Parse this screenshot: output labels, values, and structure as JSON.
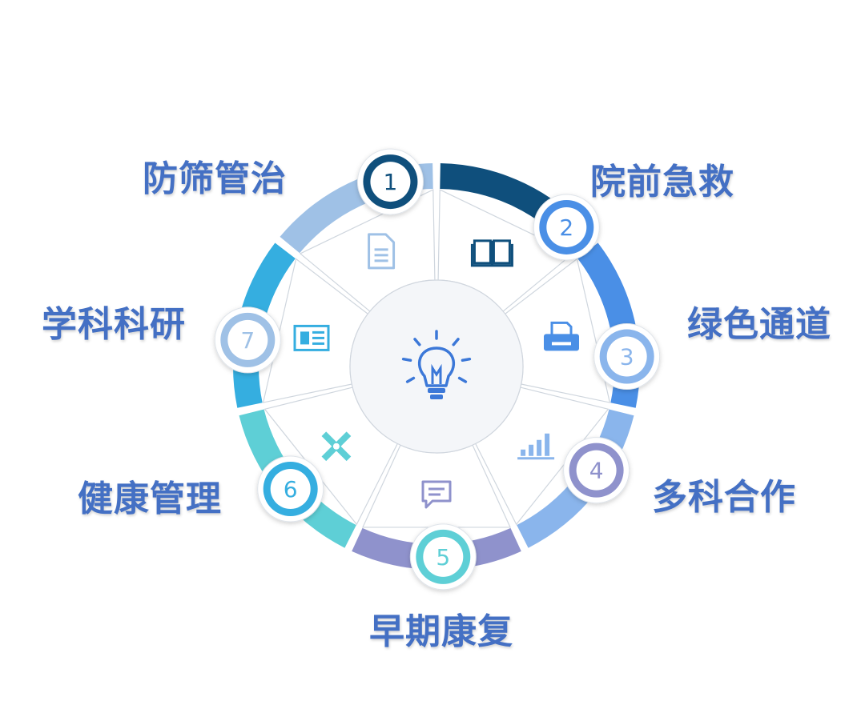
{
  "items": [
    {
      "number": "1",
      "label": "防筛管治",
      "color": "#0f4f7c",
      "icon": "book-icon"
    },
    {
      "number": "2",
      "label": "院前急救",
      "color": "#4a8fe6",
      "icon": "printer-icon"
    },
    {
      "number": "3",
      "label": "绿色通道",
      "color": "#8ab5ec",
      "icon": "bar-chart-icon"
    },
    {
      "number": "4",
      "label": "多科合作",
      "color": "#8f92cc",
      "icon": "chat-icon"
    },
    {
      "number": "5",
      "label": "早期康复",
      "color": "#5ecfd6",
      "icon": "pencil-ruler-icon"
    },
    {
      "number": "6",
      "label": "健康管理",
      "color": "#35aee0",
      "icon": "newspaper-icon"
    },
    {
      "number": "7",
      "label": "学科科研",
      "color": "#9fc1e6",
      "icon": "document-icon"
    }
  ],
  "label_color": "#4470c4",
  "center_icon": "lightbulb-icon",
  "center_icon_color": "#3c78d8"
}
